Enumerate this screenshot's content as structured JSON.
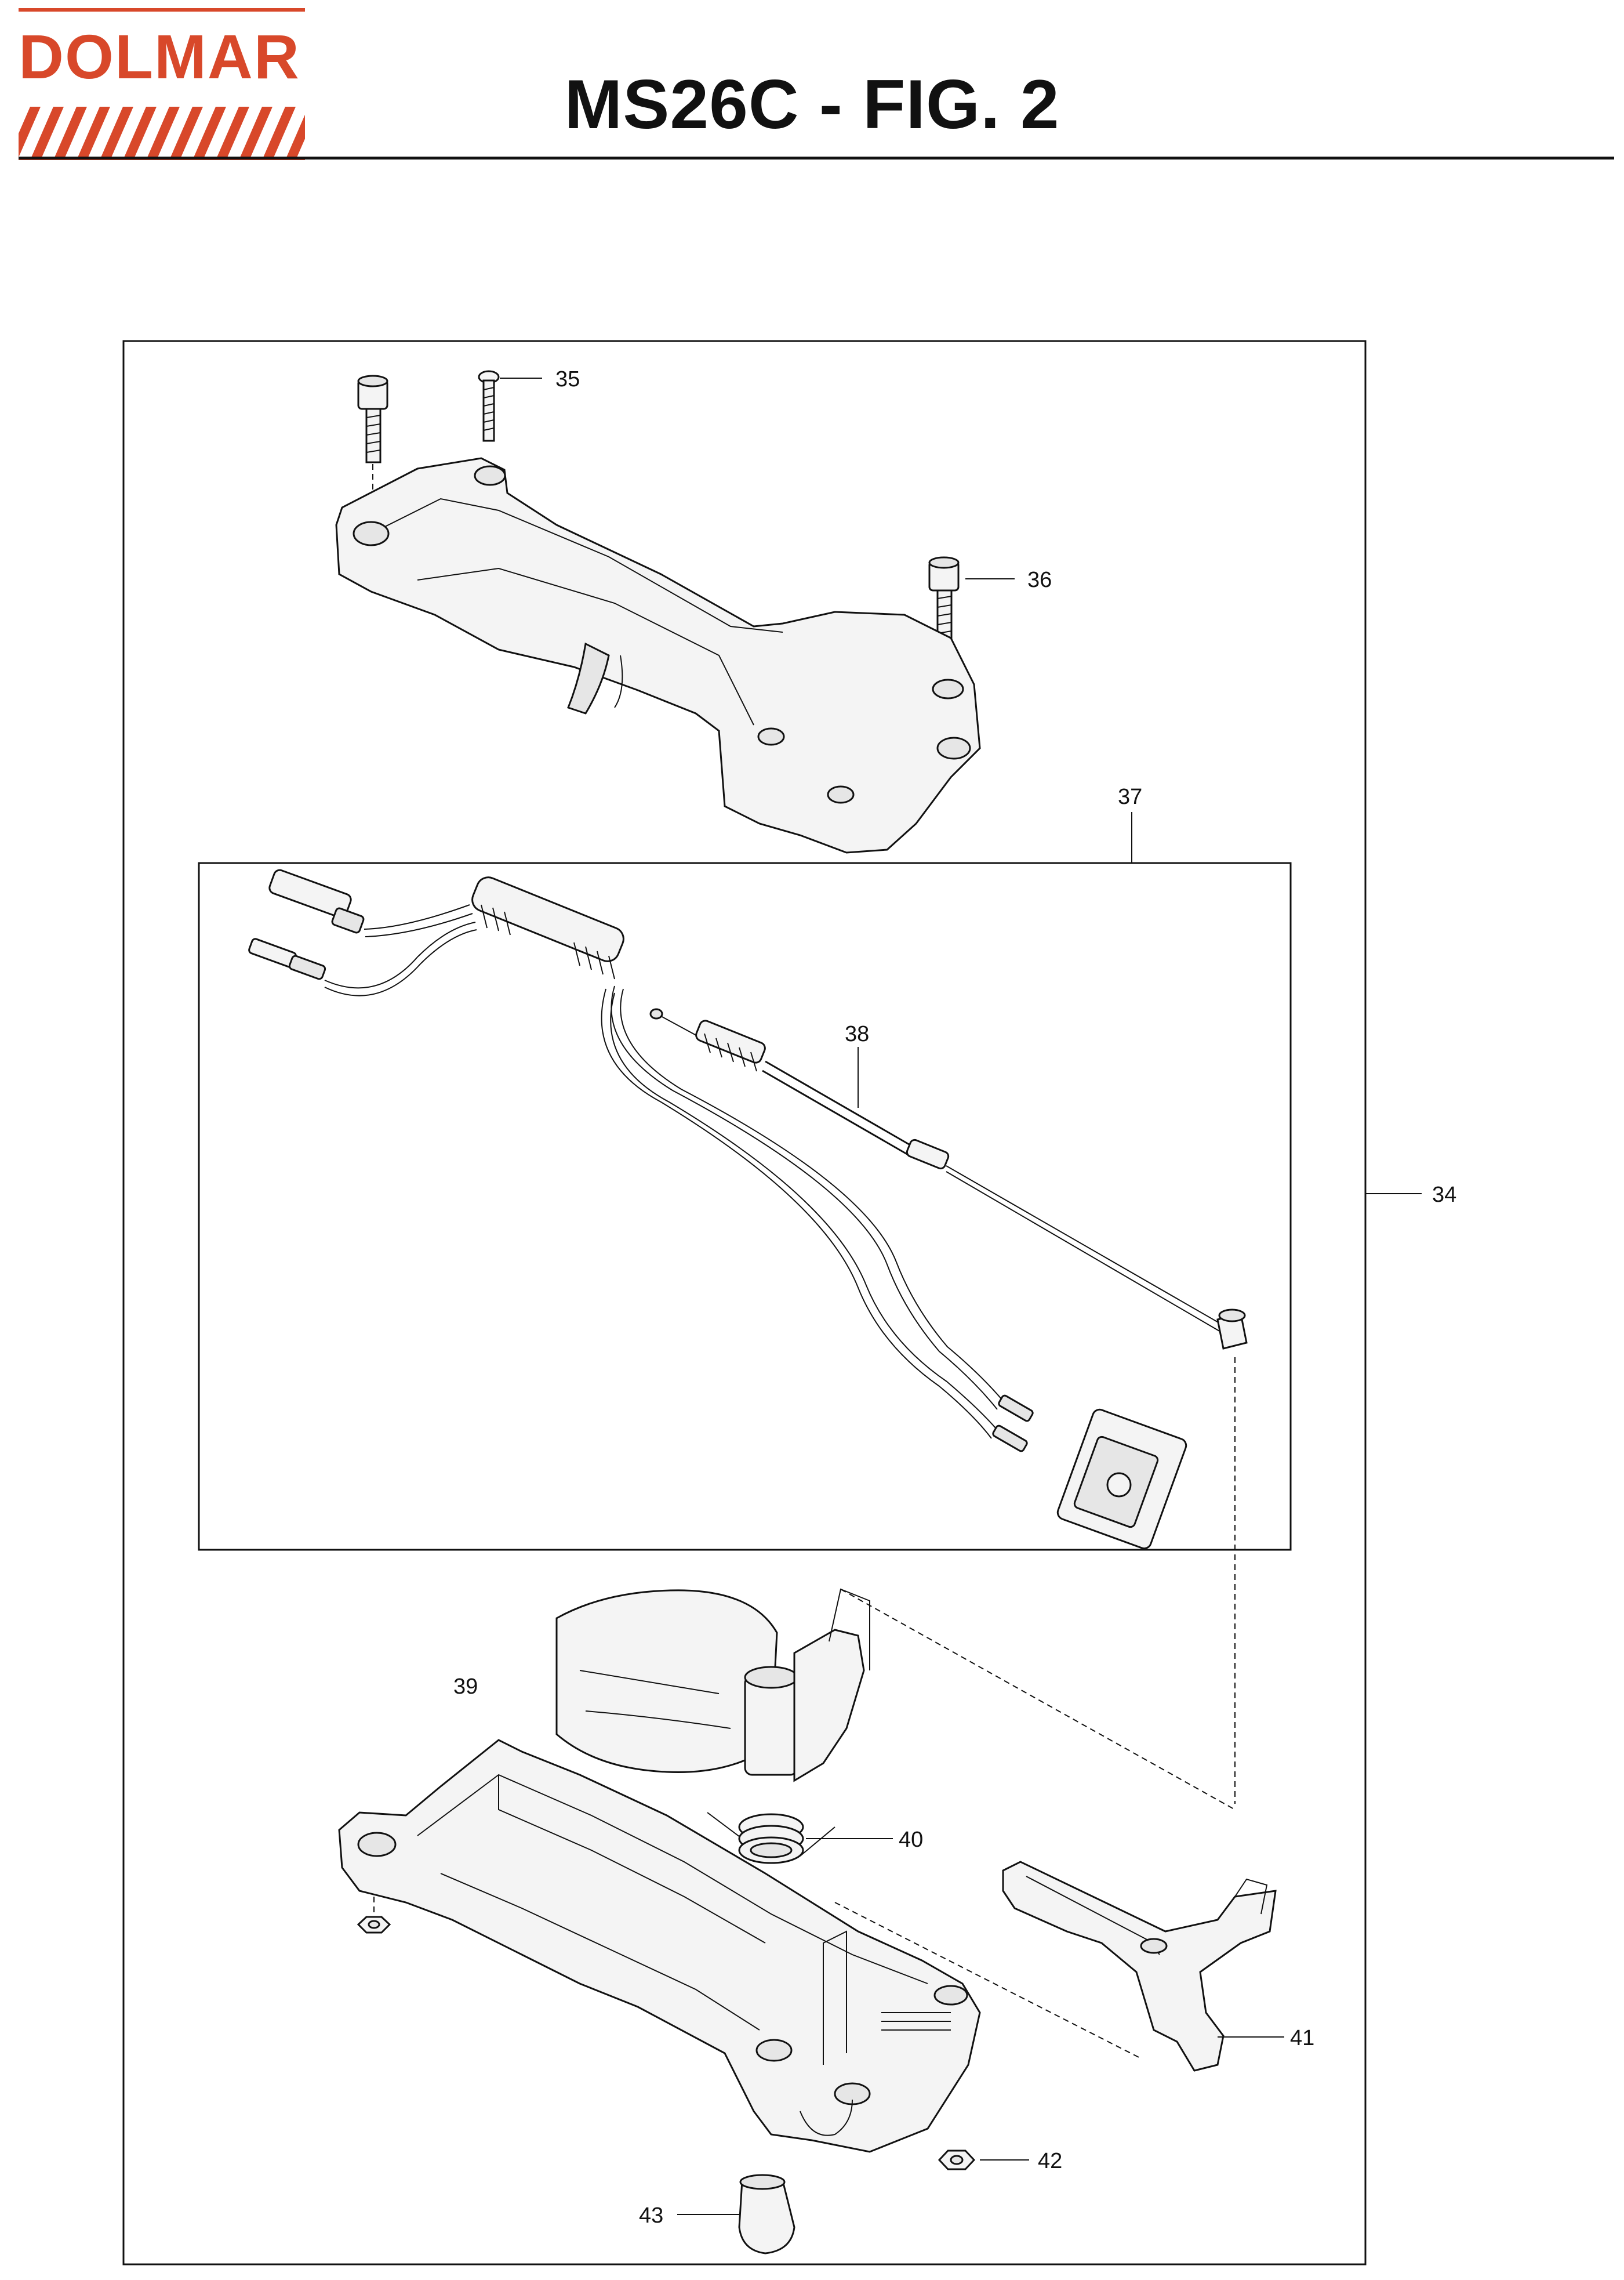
{
  "brand": {
    "name": "DOLMAR",
    "color": "#d8482a"
  },
  "header": {
    "title": "MS26C - FIG. 2"
  },
  "diagram": {
    "callouts": {
      "c34": "34",
      "c35": "35",
      "c36": "36",
      "c37": "37",
      "c38": "38",
      "c39": "39",
      "c40": "40",
      "c41": "41",
      "c42": "42",
      "c43": "43"
    }
  }
}
